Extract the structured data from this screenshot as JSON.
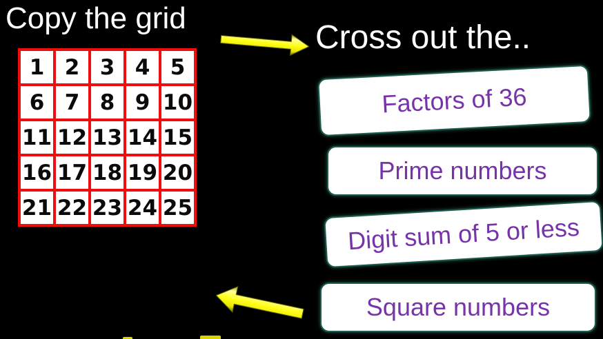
{
  "slide": {
    "title": "Copy the grid",
    "heading": "Cross out the.."
  },
  "grid": {
    "rows": 5,
    "cols": 5,
    "cells": [
      "1",
      "2",
      "3",
      "4",
      "5",
      "6",
      "7",
      "8",
      "9",
      "10",
      "11",
      "12",
      "13",
      "14",
      "15",
      "16",
      "17",
      "18",
      "19",
      "20",
      "21",
      "22",
      "23",
      "24",
      "25"
    ]
  },
  "boxes": [
    {
      "label": "Factors of 36"
    },
    {
      "label": "Prime numbers"
    },
    {
      "label": "Digit sum of 5 or less"
    },
    {
      "label": "Square numbers"
    }
  ],
  "icons": {
    "arrow_right": "yellow-block-arrow-pointing-right",
    "arrow_left": "yellow-block-arrow-pointing-left"
  },
  "colors": {
    "background": "#000000",
    "title_text": "#ffffff",
    "grid_line": "#ee0e0e",
    "grid_cell_fill": "#ffffff",
    "grid_number": "#0a0a0a",
    "card_fill": "#ffffff",
    "card_outline": "#1d5c4f",
    "card_text": "#7733aa",
    "arrow_yellow": "#ffff1a"
  }
}
